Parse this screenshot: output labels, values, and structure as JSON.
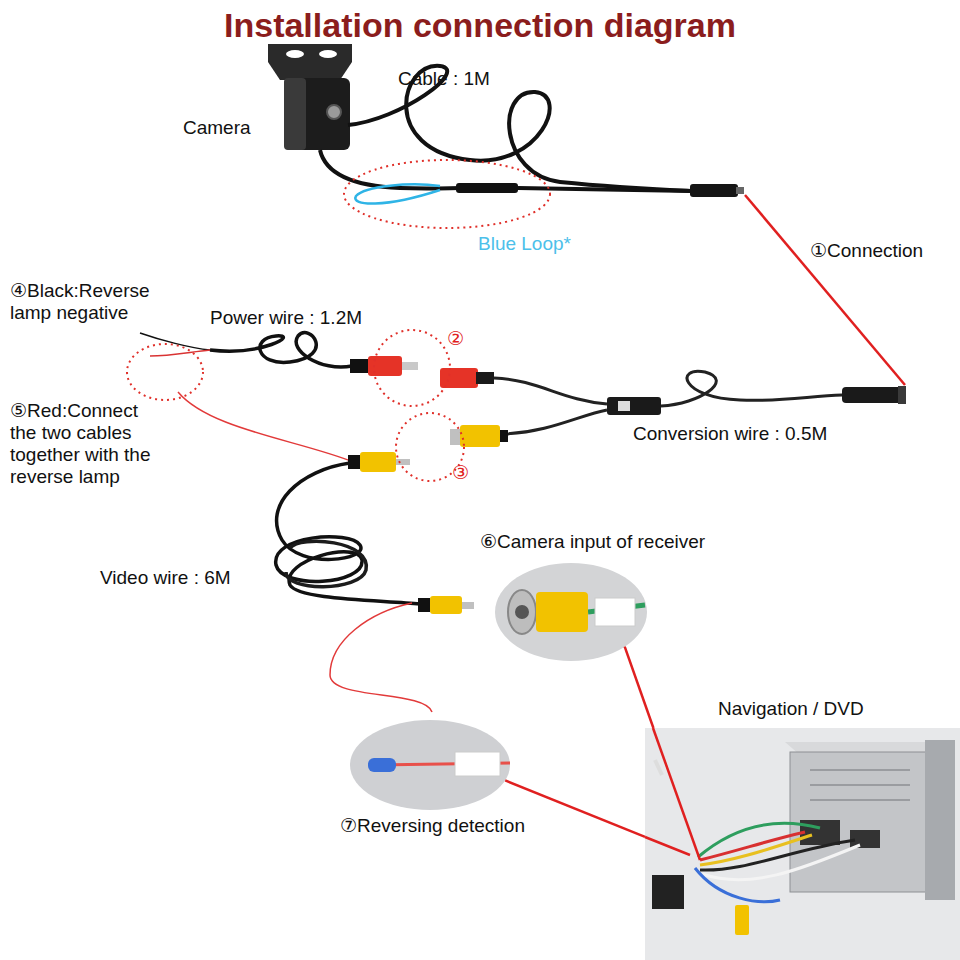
{
  "diagram": {
    "title": "Installation connection diagram",
    "nodes": [
      {
        "text": [
          "⑥Camera input of receiver"
        ]
      },
      {
        "text": [
          "⑦Reversing detection"
        ]
      },
      {
        "text": [
          "Navigation / DVD"
        ]
      }
    ],
    "edges": [
      {
        "from": 0,
        "to": 2,
        "arrow": "none"
      },
      {
        "from": 1,
        "to": 2,
        "arrow": "none"
      }
    ],
    "labels": [
      "Camera",
      "Cable : 1M",
      "Blue Loop*",
      "①Connection",
      "④Black:Reverse lamp negative",
      "Power wire : 1.2M",
      "②",
      "⑤Red:Connect the two cables together with the reverse lamp",
      "③",
      "Conversion wire : 0.5M",
      "Video wire : 6M"
    ]
  }
}
